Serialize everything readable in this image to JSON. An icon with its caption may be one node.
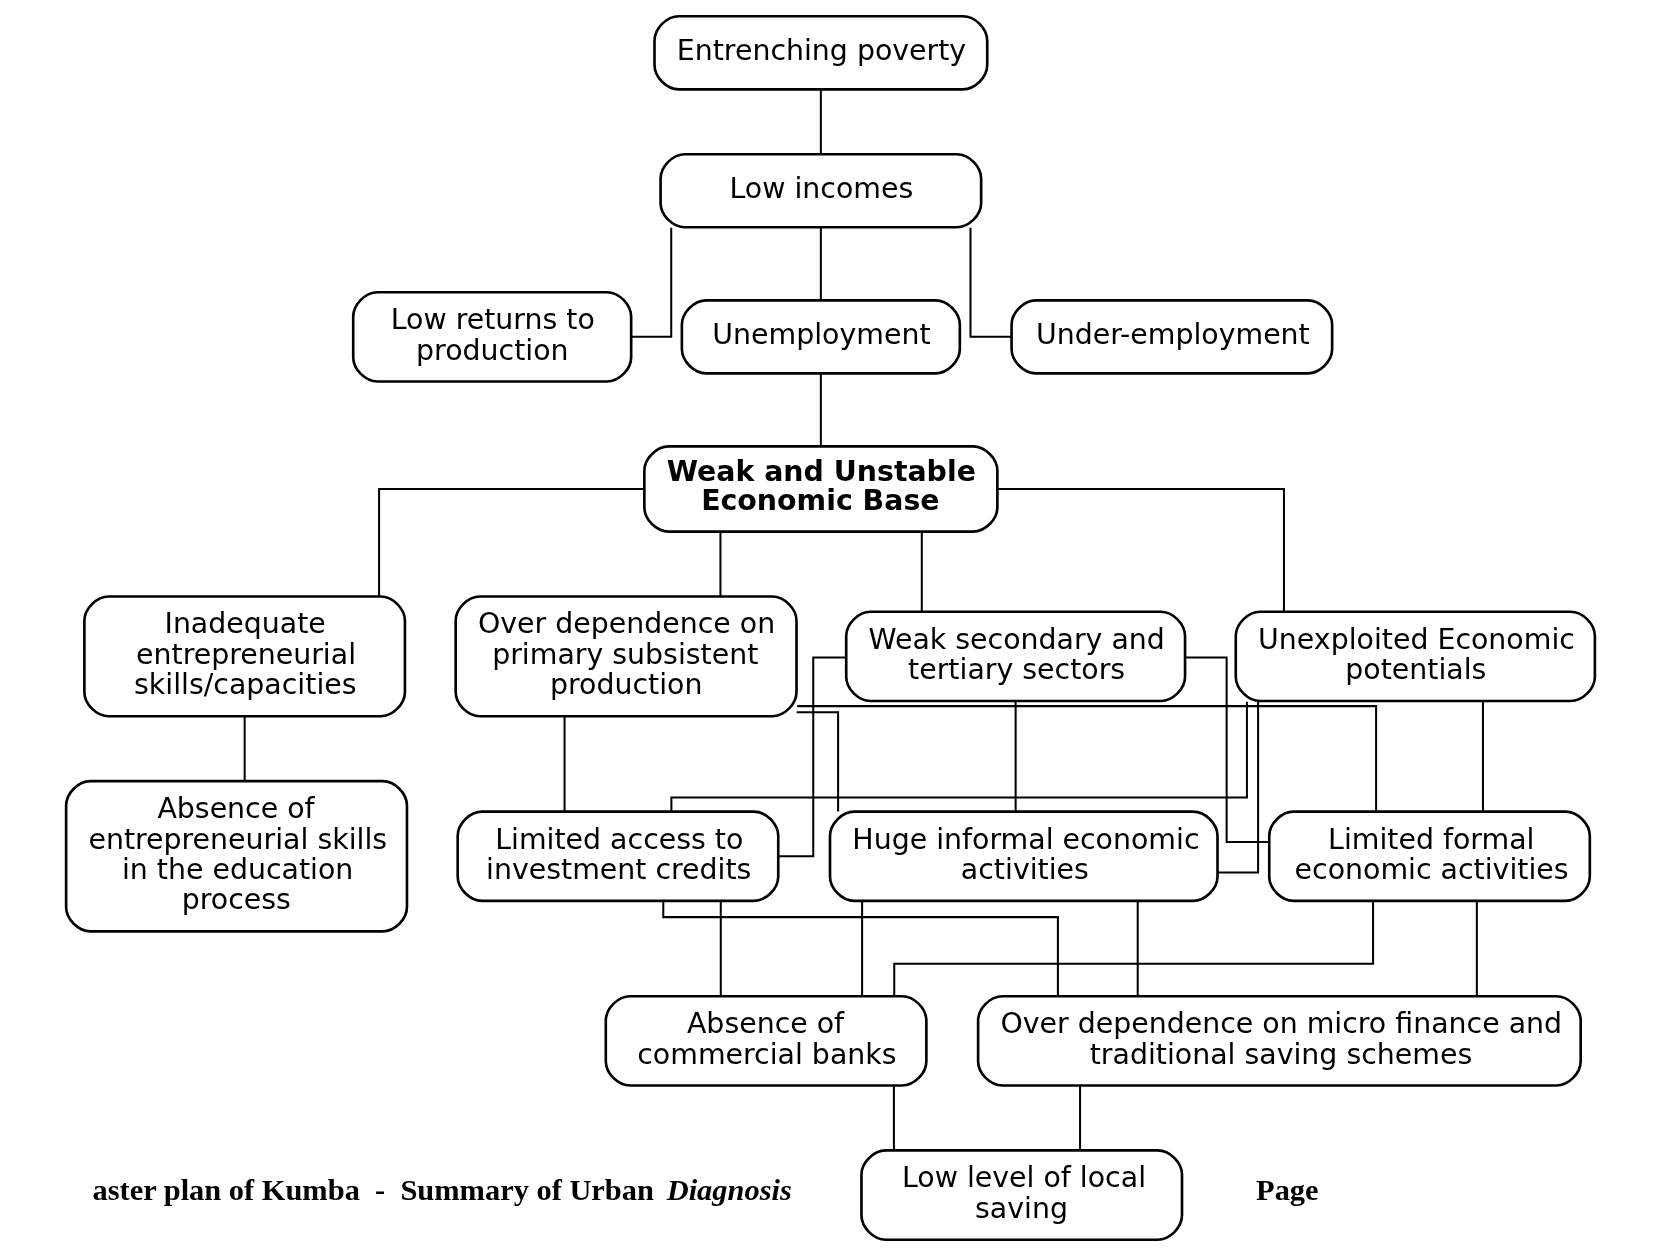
{
  "diagram": {
    "nodes": [
      {
        "text": [
          "Entrenching poverty"
        ]
      },
      {
        "text": [
          "Low incomes"
        ]
      },
      {
        "text": [
          "Low returns to production"
        ]
      },
      {
        "text": [
          "Unemployment"
        ]
      },
      {
        "text": [
          "Under-employment"
        ]
      },
      {
        "text": [
          "Weak and Unstable Economic Base"
        ]
      },
      {
        "text": [
          "Inadequate entrepreneurial skills/capacities"
        ]
      },
      {
        "text": [
          "Over dependence on primary subsistent production"
        ]
      },
      {
        "text": [
          "Weak secondary and tertiary sectors"
        ]
      },
      {
        "text": [
          "Unexploited Economic potentials"
        ]
      },
      {
        "text": [
          "Limited access to investment credits"
        ]
      },
      {
        "text": [
          "Huge informal economic activities"
        ]
      },
      {
        "text": [
          "Limited formal economic activities"
        ]
      },
      {
        "text": [
          "Absence of entrepreneurial skills in the education process"
        ]
      },
      {
        "text": [
          "Absence of commercial banks"
        ]
      },
      {
        "text": [
          "Over dependence on micro finance and traditional saving schemes"
        ]
      },
      {
        "text": [
          "Low level of local saving"
        ]
      }
    ],
    "edges": [
      {
        "from": 0,
        "to": 1,
        "arrow": "none"
      },
      {
        "from": 1,
        "to": 2,
        "arrow": "none"
      },
      {
        "from": 1,
        "to": 3,
        "arrow": "none"
      },
      {
        "from": 1,
        "to": 4,
        "arrow": "none"
      },
      {
        "from": 3,
        "to": 5,
        "arrow": "none"
      },
      {
        "from": 5,
        "to": 6,
        "arrow": "none"
      },
      {
        "from": 5,
        "to": 7,
        "arrow": "none"
      },
      {
        "from": 5,
        "to": 8,
        "arrow": "none"
      },
      {
        "from": 5,
        "to": 9,
        "arrow": "none"
      },
      {
        "from": 7,
        "to": 10,
        "arrow": "none"
      },
      {
        "from": 7,
        "to": 11,
        "arrow": "none"
      },
      {
        "from": 7,
        "to": 12,
        "arrow": "none"
      },
      {
        "from": 8,
        "to": 10,
        "arrow": "none"
      },
      {
        "from": 8,
        "to": 11,
        "arrow": "none"
      },
      {
        "from": 8,
        "to": 12,
        "arrow": "none"
      },
      {
        "from": 9,
        "to": 10,
        "arrow": "none"
      },
      {
        "from": 9,
        "to": 11,
        "arrow": "none"
      },
      {
        "from": 9,
        "to": 12,
        "arrow": "none"
      },
      {
        "from": 6,
        "to": 13,
        "arrow": "none"
      },
      {
        "from": 10,
        "to": 14,
        "arrow": "none"
      },
      {
        "from": 10,
        "to": 15,
        "arrow": "none"
      },
      {
        "from": 11,
        "to": 14,
        "arrow": "none"
      },
      {
        "from": 11,
        "to": 15,
        "arrow": "none"
      },
      {
        "from": 12,
        "to": 14,
        "arrow": "none"
      },
      {
        "from": 12,
        "to": 15,
        "arrow": "none"
      },
      {
        "from": 14,
        "to": 16,
        "arrow": "none"
      },
      {
        "from": 15,
        "to": 16,
        "arrow": "none"
      }
    ],
    "labels": [
      "aster plan of Kumba  -  Summary of Urban *Diagnosis*",
      "Page"
    ]
  }
}
